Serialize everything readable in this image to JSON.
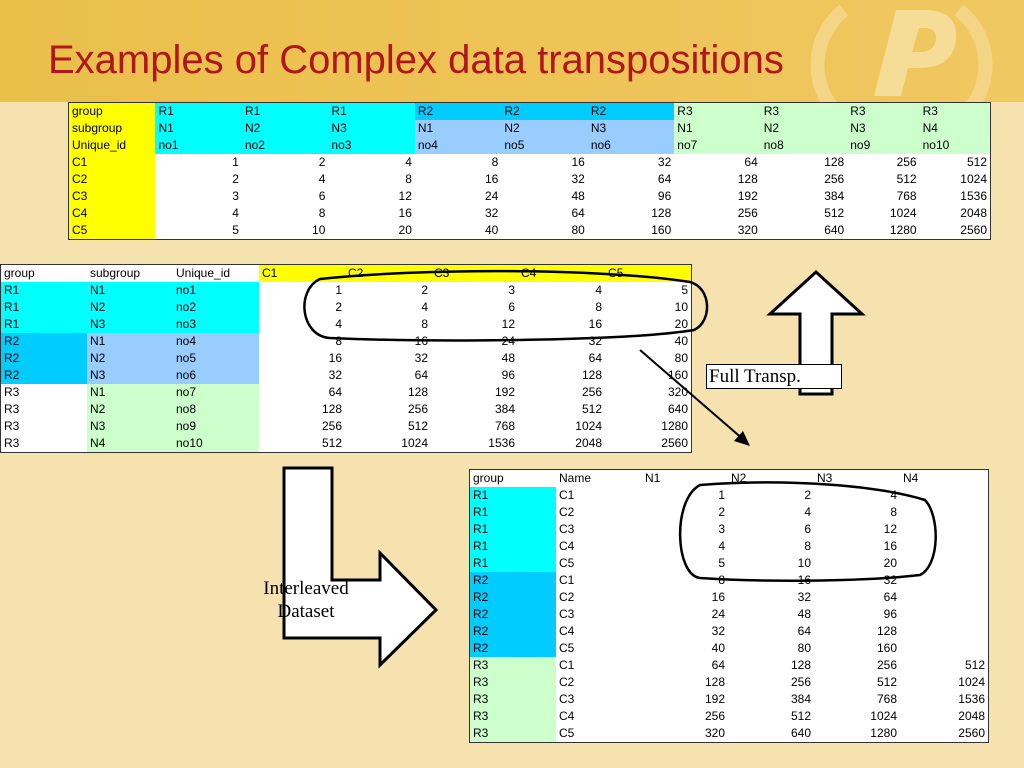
{
  "title": "Examples of Complex data transpositions",
  "table1": {
    "header_rows": [
      {
        "label": "group",
        "cells": [
          "R1",
          "R1",
          "R1",
          "R2",
          "R2",
          "R2",
          "R3",
          "R3",
          "R3",
          "R3"
        ]
      },
      {
        "label": "subgroup",
        "cells": [
          "N1",
          "N2",
          "N3",
          "N1",
          "N2",
          "N3",
          "N1",
          "N2",
          "N3",
          "N4"
        ]
      },
      {
        "label": "Unique_id",
        "cells": [
          "no1",
          "no2",
          "no3",
          "no4",
          "no5",
          "no6",
          "no7",
          "no8",
          "no9",
          "no10"
        ]
      }
    ],
    "data_rows": [
      {
        "label": "C1",
        "values": [
          1,
          2,
          4,
          8,
          16,
          32,
          64,
          128,
          256,
          512
        ]
      },
      {
        "label": "C2",
        "values": [
          2,
          4,
          8,
          16,
          32,
          64,
          128,
          256,
          512,
          1024
        ]
      },
      {
        "label": "C3",
        "values": [
          3,
          6,
          12,
          24,
          48,
          96,
          192,
          384,
          768,
          1536
        ]
      },
      {
        "label": "C4",
        "values": [
          4,
          8,
          16,
          32,
          64,
          128,
          256,
          512,
          1024,
          2048
        ]
      },
      {
        "label": "C5",
        "values": [
          5,
          10,
          20,
          40,
          80,
          160,
          320,
          640,
          1280,
          2560
        ]
      }
    ]
  },
  "table2": {
    "headers": [
      "group",
      "subgroup",
      "Unique_id",
      "C1",
      "C2",
      "C3",
      "C4",
      "C5"
    ],
    "rows": [
      {
        "group": "R1",
        "subgroup": "N1",
        "id": "no1",
        "values": [
          1,
          2,
          3,
          4,
          5
        ]
      },
      {
        "group": "R1",
        "subgroup": "N2",
        "id": "no2",
        "values": [
          2,
          4,
          6,
          8,
          10
        ]
      },
      {
        "group": "R1",
        "subgroup": "N3",
        "id": "no3",
        "values": [
          4,
          8,
          12,
          16,
          20
        ]
      },
      {
        "group": "R2",
        "subgroup": "N1",
        "id": "no4",
        "values": [
          8,
          16,
          24,
          32,
          40
        ]
      },
      {
        "group": "R2",
        "subgroup": "N2",
        "id": "no5",
        "values": [
          16,
          32,
          48,
          64,
          80
        ]
      },
      {
        "group": "R2",
        "subgroup": "N3",
        "id": "no6",
        "values": [
          32,
          64,
          96,
          128,
          160
        ]
      },
      {
        "group": "R3",
        "subgroup": "N1",
        "id": "no7",
        "values": [
          64,
          128,
          192,
          256,
          320
        ]
      },
      {
        "group": "R3",
        "subgroup": "N2",
        "id": "no8",
        "values": [
          128,
          256,
          384,
          512,
          640
        ]
      },
      {
        "group": "R3",
        "subgroup": "N3",
        "id": "no9",
        "values": [
          256,
          512,
          768,
          1024,
          1280
        ]
      },
      {
        "group": "R3",
        "subgroup": "N4",
        "id": "no10",
        "values": [
          512,
          1024,
          1536,
          2048,
          2560
        ]
      }
    ]
  },
  "table3": {
    "headers": [
      "group",
      "Name",
      "N1",
      "N2",
      "N3",
      "N4"
    ],
    "rows": [
      {
        "group": "R1",
        "name": "C1",
        "values": [
          "1",
          "2",
          "4",
          ""
        ]
      },
      {
        "group": "R1",
        "name": "C2",
        "values": [
          "2",
          "4",
          "8",
          ""
        ]
      },
      {
        "group": "R1",
        "name": "C3",
        "values": [
          "3",
          "6",
          "12",
          ""
        ]
      },
      {
        "group": "R1",
        "name": "C4",
        "values": [
          "4",
          "8",
          "16",
          ""
        ]
      },
      {
        "group": "R1",
        "name": "C5",
        "values": [
          "5",
          "10",
          "20",
          ""
        ]
      },
      {
        "group": "R2",
        "name": "C1",
        "values": [
          "8",
          "16",
          "32",
          ""
        ]
      },
      {
        "group": "R2",
        "name": "C2",
        "values": [
          "16",
          "32",
          "64",
          ""
        ]
      },
      {
        "group": "R2",
        "name": "C3",
        "values": [
          "24",
          "48",
          "96",
          ""
        ]
      },
      {
        "group": "R2",
        "name": "C4",
        "values": [
          "32",
          "64",
          "128",
          ""
        ]
      },
      {
        "group": "R2",
        "name": "C5",
        "values": [
          "40",
          "80",
          "160",
          ""
        ]
      },
      {
        "group": "R3",
        "name": "C1",
        "values": [
          "64",
          "128",
          "256",
          "512"
        ]
      },
      {
        "group": "R3",
        "name": "C2",
        "values": [
          "128",
          "256",
          "512",
          "1024"
        ]
      },
      {
        "group": "R3",
        "name": "C3",
        "values": [
          "192",
          "384",
          "768",
          "1536"
        ]
      },
      {
        "group": "R3",
        "name": "C4",
        "values": [
          "256",
          "512",
          "1024",
          "2048"
        ]
      },
      {
        "group": "R3",
        "name": "C5",
        "values": [
          "320",
          "640",
          "1280",
          "2560"
        ]
      }
    ]
  },
  "labels": {
    "full_transp": "Full Transp.",
    "interleaved_line1": "Interleaved",
    "interleaved_line2": "Dataset"
  },
  "colors": {
    "title": "#B0171C",
    "background": "#F6E2AE",
    "band": "#EABF4A",
    "yellow": "#FFFF00",
    "cyan": "#00FFFF",
    "blue": "#00CCFF",
    "light_blue": "#99CCFF",
    "green": "#CCFFCC"
  }
}
